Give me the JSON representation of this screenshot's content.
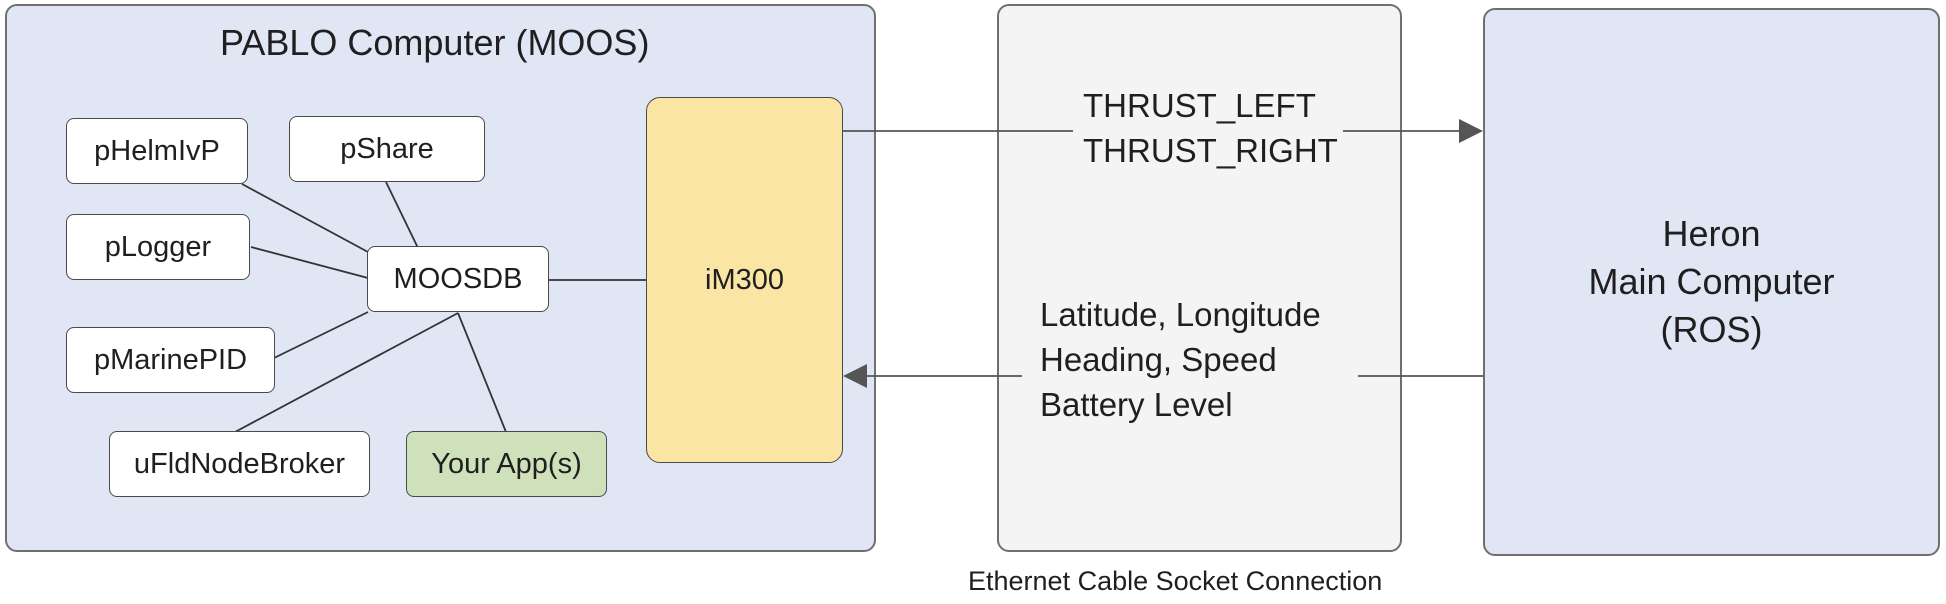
{
  "pablo": {
    "title": "PABLO Computer (MOOS)",
    "apps": {
      "helm": "pHelmIvP",
      "share": "pShare",
      "logger": "pLogger",
      "moosdb": "MOOSDB",
      "pid": "pMarinePID",
      "broker": "uFldNodeBroker",
      "yours": "Your App(s)",
      "im300": "iM300"
    }
  },
  "link": {
    "outgoing": [
      "THRUST_LEFT",
      "THRUST_RIGHT"
    ],
    "incoming": [
      "Latitude, Longitude",
      "Heading, Speed",
      "Battery Level"
    ],
    "caption": "Ethernet Cable Socket Connection"
  },
  "heron": {
    "lines": [
      "Heron",
      "Main Computer",
      "(ROS)"
    ]
  },
  "colors": {
    "panel_blue": "#e1e6f4",
    "panel_gray": "#f4f4f4",
    "im300_yellow": "#fae5a5",
    "your_app_green": "#cfe1bb",
    "border": "#6f6f6f"
  }
}
